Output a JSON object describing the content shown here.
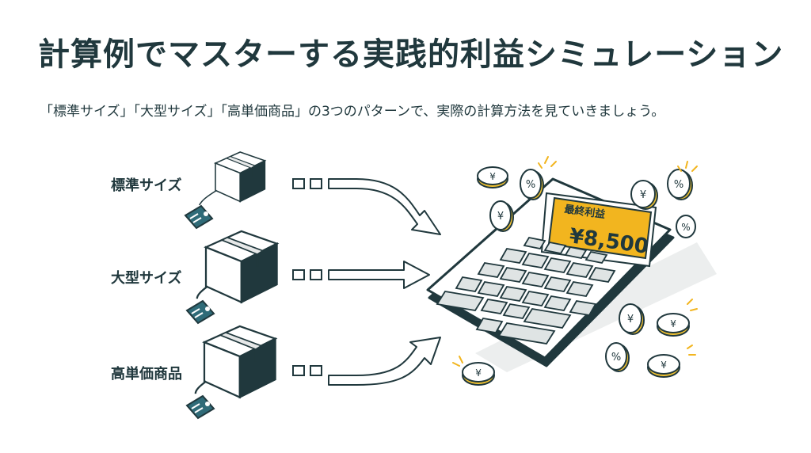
{
  "title": "計算例でマスターする実践的利益シミュレーション",
  "subtitle": "「標準サイズ」「大型サイズ」「高単価商品」の3つのパターンで、実際の計算方法を見ていきましょう。",
  "patterns": [
    {
      "label": "標準サイズ",
      "icon": "small-box-with-tag-icon"
    },
    {
      "label": "大型サイズ",
      "icon": "large-box-with-tag-icon"
    },
    {
      "label": "高単価商品",
      "icon": "box-with-tag-icon"
    }
  ],
  "calculator": {
    "screen_label": "最終利益",
    "screen_value": "¥8,500"
  },
  "coins": {
    "yen_symbol": "¥",
    "percent_symbol": "%"
  },
  "colors": {
    "ink": "#20383d",
    "accent_yellow": "#f2b51f",
    "coin_yellow": "#f2c230",
    "tag_teal": "#2f6b78"
  }
}
